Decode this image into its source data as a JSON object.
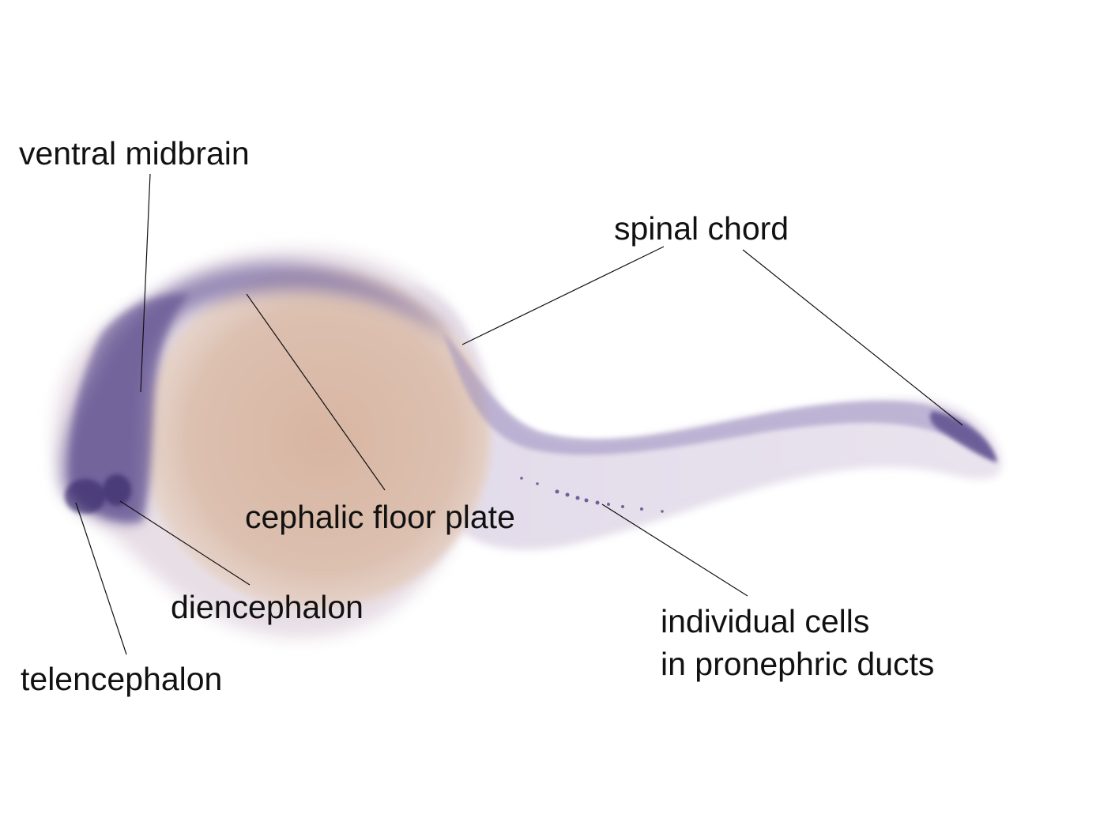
{
  "labels": {
    "ventral_midbrain": "ventral midbrain",
    "spinal_chord": "spinal chord",
    "cephalic_floor_plate": "cephalic floor plate",
    "diencephalon": "diencephalon",
    "telencephalon": "telencephalon",
    "individual_cells_line1": "individual cells",
    "individual_cells_line2": "in pronephric ducts"
  },
  "colors": {
    "background": "#ffffff",
    "yolk": "#d9b8a6",
    "stain": "#4a3a80",
    "tissue": "#ece6f0",
    "leader_line": "#111111",
    "text": "#111111"
  }
}
